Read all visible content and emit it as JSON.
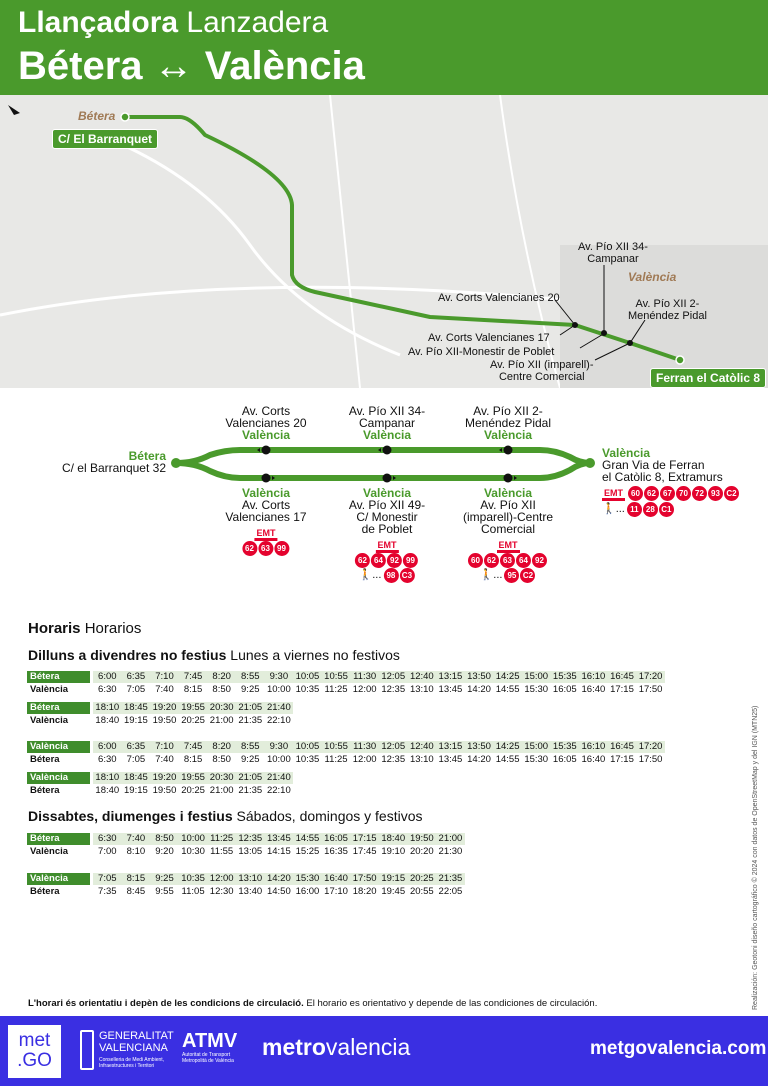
{
  "header": {
    "title_ca": "Llançadora",
    "title_es": "Lanzadera",
    "route_from": "Bétera",
    "route_arrow": "↔",
    "route_to": "València"
  },
  "colors": {
    "brand_green": "#4a9a2c",
    "emt_red": "#e4032e",
    "footer_blue": "#3a2fe2"
  },
  "map": {
    "town_betera": "Bétera",
    "town_valencia": "València",
    "tag_start": "C/ El Barranquet",
    "tag_end": "Ferran el Catòlic 8",
    "stops": [
      "Av. Pío XII 34-\nCampanar",
      "Av. Corts Valencianes 20",
      "Av. Pío XII 2-\nMenéndez Pidal",
      "Av. Corts Valencianes 17",
      "Av. Pío XII-Monestir de Poblet",
      "Av. Pío XII (imparell)-\nCentre Comercial"
    ]
  },
  "diagram": {
    "origin": {
      "city": "Bétera",
      "address": "C/ el Barranquet 32"
    },
    "destination": {
      "city": "València",
      "address": "Gran Via de Ferran\nel Catòlic 8, Extramurs",
      "emt_label": "EMT",
      "emt_lines": [
        "60",
        "62",
        "67",
        "70",
        "72",
        "93",
        "C2"
      ],
      "walk_lines": [
        "11",
        "28",
        "C1"
      ]
    },
    "top_stops": [
      {
        "name": "Av. Corts\nValencianes 20",
        "city": "València"
      },
      {
        "name": "Av. Pío XII 34-\nCampanar",
        "city": "València"
      },
      {
        "name": "Av. Pío XII 2-\nMenéndez Pidal",
        "city": "València"
      }
    ],
    "bottom_stops": [
      {
        "city": "València",
        "name": "Av. Corts\nValencianes 17",
        "emt_lines": [
          "62",
          "63",
          "99"
        ],
        "walk_lines": []
      },
      {
        "city": "València",
        "name": "Av. Pío XII 49-\nC/ Monestir\nde Poblet",
        "emt_lines": [
          "62",
          "64",
          "92",
          "99"
        ],
        "walk_lines": [
          "98",
          "C3"
        ]
      },
      {
        "city": "València",
        "name": "Av. Pío XII\n(imparell)-Centre\nComercial",
        "emt_lines": [
          "60",
          "62",
          "63",
          "64",
          "92"
        ],
        "walk_lines": [
          "95",
          "C2"
        ]
      }
    ],
    "walk_suffix": "..."
  },
  "schedule": {
    "title_ca": "Horaris",
    "title_es": "Horarios",
    "weekday": {
      "title_ca": "Dilluns a divendres no festius",
      "title_es": "Lunes a viernes no festivos",
      "blocks": [
        {
          "from": "Bétera",
          "to": "València",
          "dep": [
            "6:00",
            "6:35",
            "7:10",
            "7:45",
            "8:20",
            "8:55",
            "9:30",
            "10:05",
            "10:55",
            "11:30",
            "12:05",
            "12:40",
            "13:15",
            "13:50",
            "14:25",
            "15:00",
            "15:35",
            "16:10",
            "16:45",
            "17:20"
          ],
          "arr": [
            "6:30",
            "7:05",
            "7:40",
            "8:15",
            "8:50",
            "9:25",
            "10:00",
            "10:35",
            "11:25",
            "12:00",
            "12:35",
            "13:10",
            "13:45",
            "14:20",
            "14:55",
            "15:30",
            "16:05",
            "16:40",
            "17:15",
            "17:50"
          ]
        },
        {
          "from": "Bétera",
          "to": "València",
          "dep": [
            "18:10",
            "18:45",
            "19:20",
            "19:55",
            "20:30",
            "21:05",
            "21:40"
          ],
          "arr": [
            "18:40",
            "19:15",
            "19:50",
            "20:25",
            "21:00",
            "21:35",
            "22:10"
          ]
        },
        {
          "from": "València",
          "to": "Bétera",
          "dep": [
            "6:00",
            "6:35",
            "7:10",
            "7:45",
            "8:20",
            "8:55",
            "9:30",
            "10:05",
            "10:55",
            "11:30",
            "12:05",
            "12:40",
            "13:15",
            "13:50",
            "14:25",
            "15:00",
            "15:35",
            "16:10",
            "16:45",
            "17:20"
          ],
          "arr": [
            "6:30",
            "7:05",
            "7:40",
            "8:15",
            "8:50",
            "9:25",
            "10:00",
            "10:35",
            "11:25",
            "12:00",
            "12:35",
            "13:10",
            "13:45",
            "14:20",
            "14:55",
            "15:30",
            "16:05",
            "16:40",
            "17:15",
            "17:50"
          ]
        },
        {
          "from": "València",
          "to": "Bétera",
          "dep": [
            "18:10",
            "18:45",
            "19:20",
            "19:55",
            "20:30",
            "21:05",
            "21:40"
          ],
          "arr": [
            "18:40",
            "19:15",
            "19:50",
            "20:25",
            "21:00",
            "21:35",
            "22:10"
          ]
        }
      ]
    },
    "weekend": {
      "title_ca": "Dissabtes, diumenges i festius",
      "title_es": "Sábados, domingos y festivos",
      "blocks": [
        {
          "from": "Bétera",
          "to": "València",
          "dep": [
            "6:30",
            "7:40",
            "8:50",
            "10:00",
            "11:25",
            "12:35",
            "13:45",
            "14:55",
            "16:05",
            "17:15",
            "18:40",
            "19:50",
            "21:00"
          ],
          "arr": [
            "7:00",
            "8:10",
            "9:20",
            "10:30",
            "11:55",
            "13:05",
            "14:15",
            "15:25",
            "16:35",
            "17:45",
            "19:10",
            "20:20",
            "21:30"
          ]
        },
        {
          "from": "València",
          "to": "Bétera",
          "dep": [
            "7:05",
            "8:15",
            "9:25",
            "10:35",
            "12:00",
            "13:10",
            "14:20",
            "15:30",
            "16:40",
            "17:50",
            "19:15",
            "20:25",
            "21:35"
          ],
          "arr": [
            "7:35",
            "8:45",
            "9:55",
            "11:05",
            "12:30",
            "13:40",
            "14:50",
            "16:00",
            "17:10",
            "18:20",
            "19:45",
            "20:55",
            "22:05"
          ]
        }
      ]
    }
  },
  "note": {
    "ca": "L'horari és orientatiu i depèn de les condicions de circulació.",
    "es": "El horario es orientativo y depende de las condiciones de circulación."
  },
  "credit": "Realización: Geotoni diseño cartográfico © 2024 con datos de OpenStreetMap y del IGN (MTN25)",
  "footer": {
    "metgo_line1": "met",
    "metgo_line2": ".GO",
    "gva_line1": "GENERALITAT",
    "gva_line2": "VALENCIANA",
    "gva_sub": "Conselleria de Medi Ambient, Infraestructures i Territori",
    "atmv": "ATMV",
    "atmv_sub": "Autoritat de Transport Metropolità de València",
    "metro_bold": "metro",
    "metro_light": "valencia",
    "website": "metgovalencia.com"
  }
}
